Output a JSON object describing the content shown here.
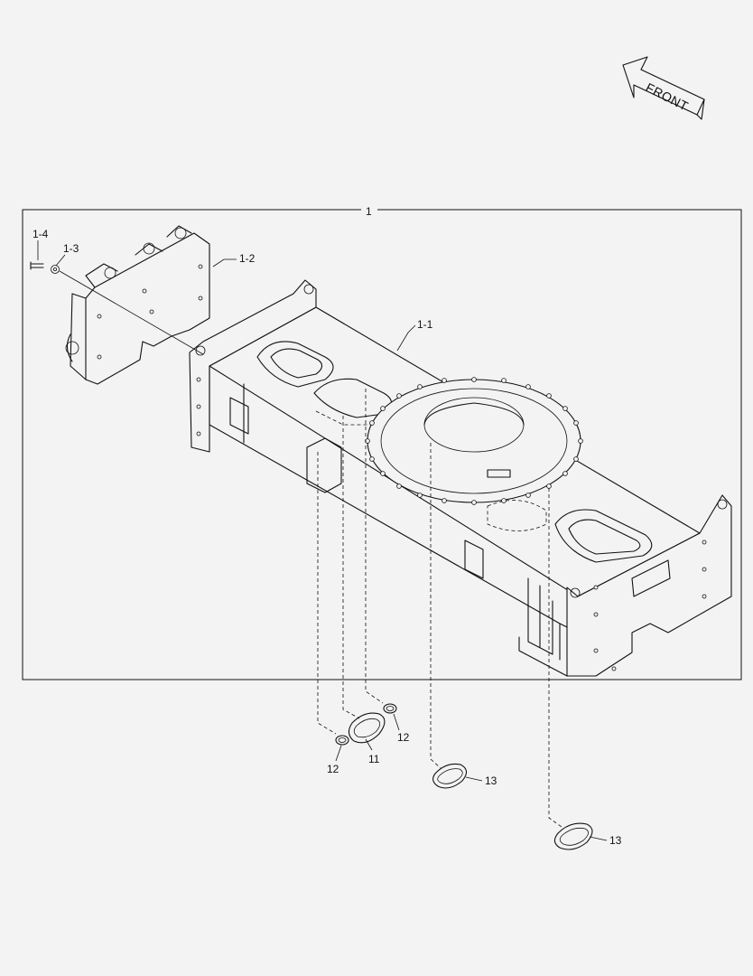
{
  "front_label": "FRONT",
  "icons": [
    "front-direction-arrow-icon"
  ],
  "callouts": {
    "assembly": "1",
    "frame": "1-1",
    "bracket": "1-2",
    "washer": "1-3",
    "bolt": "1-4",
    "oval_plug": "11",
    "round_plug_left": "12",
    "round_plug_right": "12",
    "large_plug_a": "13",
    "large_plug_b": "13"
  }
}
